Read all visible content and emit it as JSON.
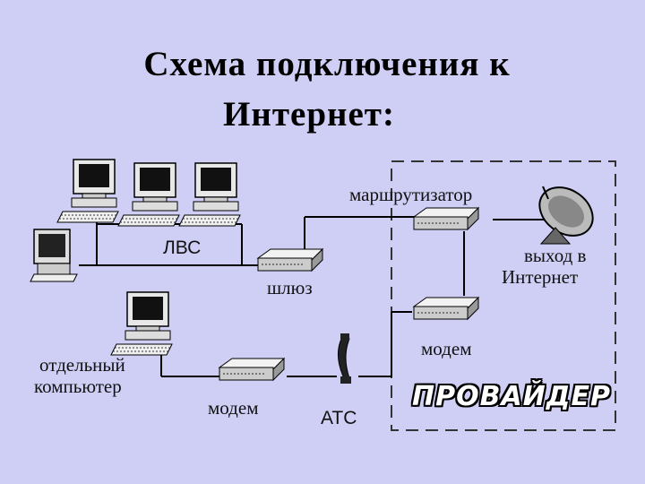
{
  "title": {
    "line1": "Схема подключения к",
    "line2": "Интернет:"
  },
  "labels": {
    "lan": "ЛВС",
    "gateway": "шлюз",
    "router": "маршрутизатор",
    "exit_line1": "выход в",
    "exit_line2": "Интернет",
    "provider_modem": "модем",
    "standalone_line1": "отдельный",
    "standalone_line2": "компьютер",
    "user_modem": "модем",
    "exchange": "АТС",
    "provider": "ПРОВАЙДЕР"
  }
}
